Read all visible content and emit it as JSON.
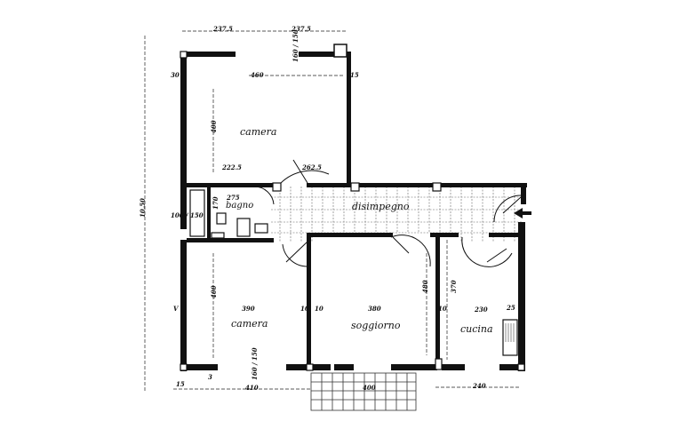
{
  "plan": {
    "type": "floor-plan",
    "rooms": [
      {
        "id": "camera-top",
        "label": "camera",
        "width": "460",
        "height": "400",
        "extra": "222.5"
      },
      {
        "id": "bagno",
        "label": "bagno",
        "width": "275",
        "height": "170"
      },
      {
        "id": "disimpegno",
        "label": "disimpegno",
        "extra": "262.5"
      },
      {
        "id": "camera-bottom",
        "label": "camera",
        "width": "390",
        "height": "400"
      },
      {
        "id": "soggiorno",
        "label": "soggiorno",
        "width": "380",
        "height": "480"
      },
      {
        "id": "cucina",
        "label": "cucina",
        "width": "230",
        "height": "370"
      }
    ],
    "dimensions": {
      "top_left": "237.5",
      "top_right": "237.5",
      "left_total": "10.50",
      "bottom_left": "410",
      "bottom_mid": "400",
      "bottom_right": "240",
      "bottom_corner": "15",
      "wall_left_top": "30",
      "wall_right_top": "15",
      "window_left": "100 / 150",
      "window_top": "160 / 150",
      "window_bottom": "160 / 150",
      "wall_inner_a": "10",
      "wall_inner_b": "10",
      "wall_inner_c": "10",
      "wall_cucina": "25",
      "small_left": "3",
      "small_v": "V"
    },
    "colors": {
      "ink": "#111111",
      "paper": "#ffffff",
      "hatch": "#555555"
    }
  }
}
